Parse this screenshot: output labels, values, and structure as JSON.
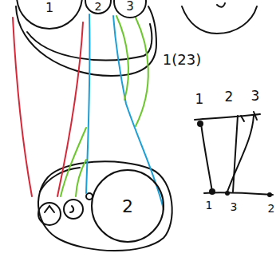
{
  "diagram": {
    "nodes": [
      {
        "text": [
          "1"
        ]
      },
      {
        "text": [
          "2"
        ]
      },
      {
        "text": [
          "3"
        ]
      },
      {
        "text": [
          "2"
        ]
      }
    ],
    "labels": [
      "1(23)",
      "1",
      "2",
      "3",
      "1",
      "3",
      "2"
    ]
  }
}
